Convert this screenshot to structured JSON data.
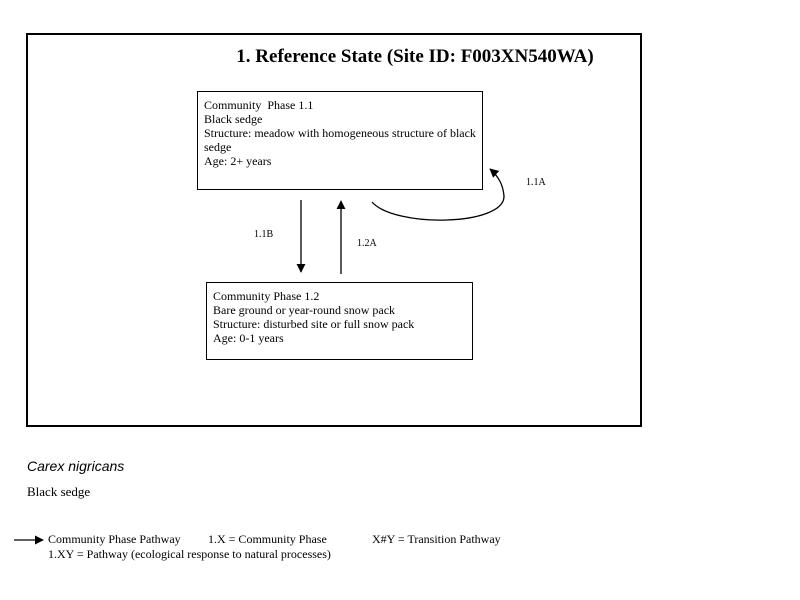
{
  "state": {
    "title": "1. Reference State (Site ID: F003XN540WA)"
  },
  "phases": [
    {
      "id": "1.1",
      "lines": [
        "Community  Phase 1.1",
        "Black sedge",
        "Structure: meadow with homogeneous structure of black sedge",
        "Age: 2+ years"
      ]
    },
    {
      "id": "1.2",
      "lines": [
        "Community Phase 1.2",
        "Bare ground or year-round snow pack",
        "Structure: disturbed site or full snow pack",
        "Age: 0-1 years"
      ]
    }
  ],
  "pathways": {
    "p11a": "1.1A",
    "p11b": "1.1B",
    "p12a": "1.2A"
  },
  "species": {
    "scientific": "Carex nigricans",
    "common": "Black  sedge"
  },
  "legend": {
    "pathway": "Community  Phase Pathway",
    "phase": "1.X = Community  Phase",
    "transition": "X#Y = Transition Pathway",
    "pathway_def": "1.XY = Pathway (ecological response to natural processes)"
  }
}
